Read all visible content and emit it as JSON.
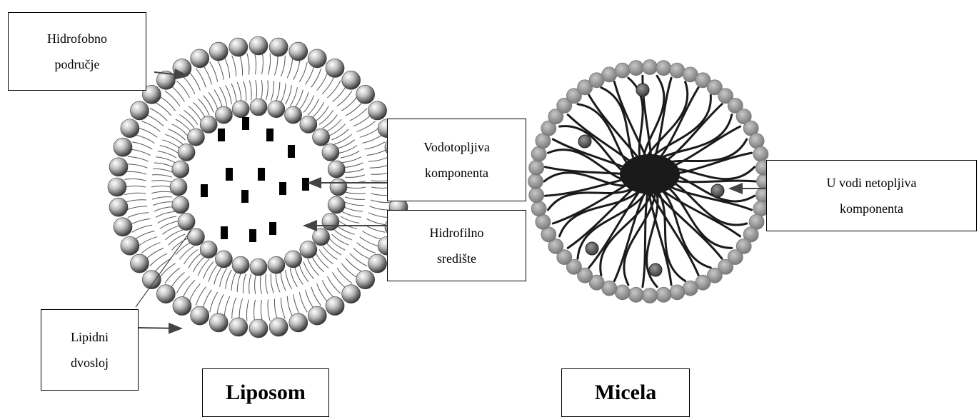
{
  "labels": {
    "hydrophobic": "Hidrofobno\npodručje",
    "water_soluble": "Vodotopljiva\nkomponenta",
    "hydrophilic_core": "Hidrofilno\nsredište",
    "lipid_bilayer": "Lipidni\ndvosloj",
    "water_insoluble": "U vodi netopljiva\nkomponenta"
  },
  "titles": {
    "liposome": "Liposom",
    "micelle": "Micela"
  }
}
